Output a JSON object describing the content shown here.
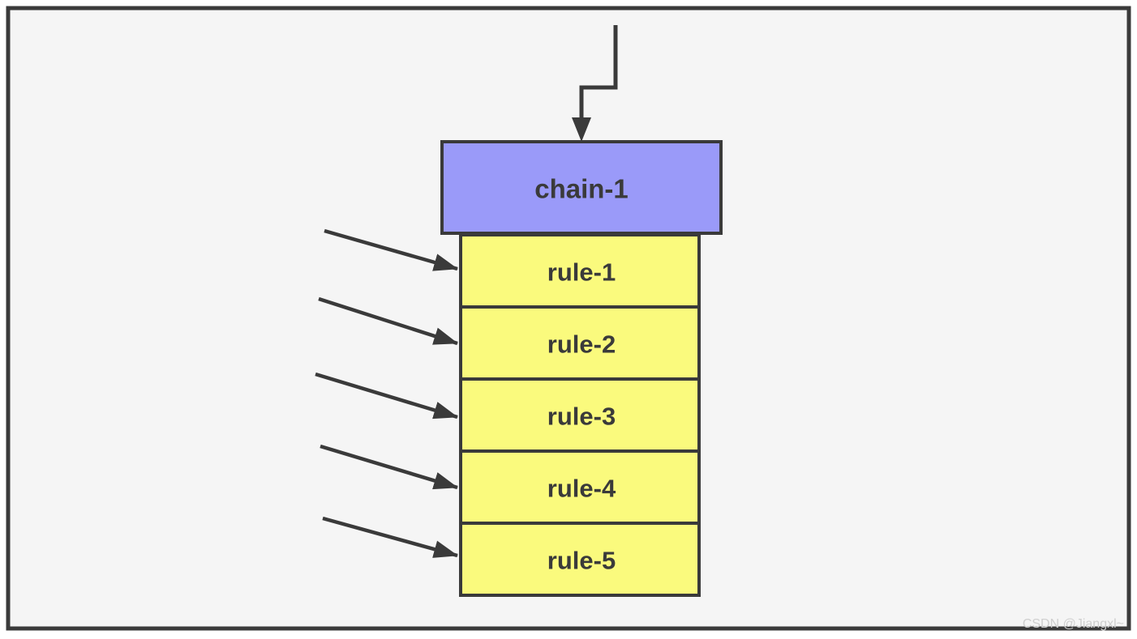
{
  "diagram": {
    "title_hint": "chain and rules stack",
    "chain": {
      "label": "chain-1",
      "fill": "#9a9af9"
    },
    "rules": [
      {
        "label": "rule-1"
      },
      {
        "label": "rule-2"
      },
      {
        "label": "rule-3"
      },
      {
        "label": "rule-4"
      },
      {
        "label": "rule-5"
      }
    ],
    "colors": {
      "rule_fill": "#fafa7d",
      "stroke": "#3a3a3a",
      "canvas_background": "#f5f5f5",
      "text": "#3a3a3a",
      "watermark": "#cfcfcf"
    }
  },
  "watermark": "CSDN @Jiangxl~"
}
